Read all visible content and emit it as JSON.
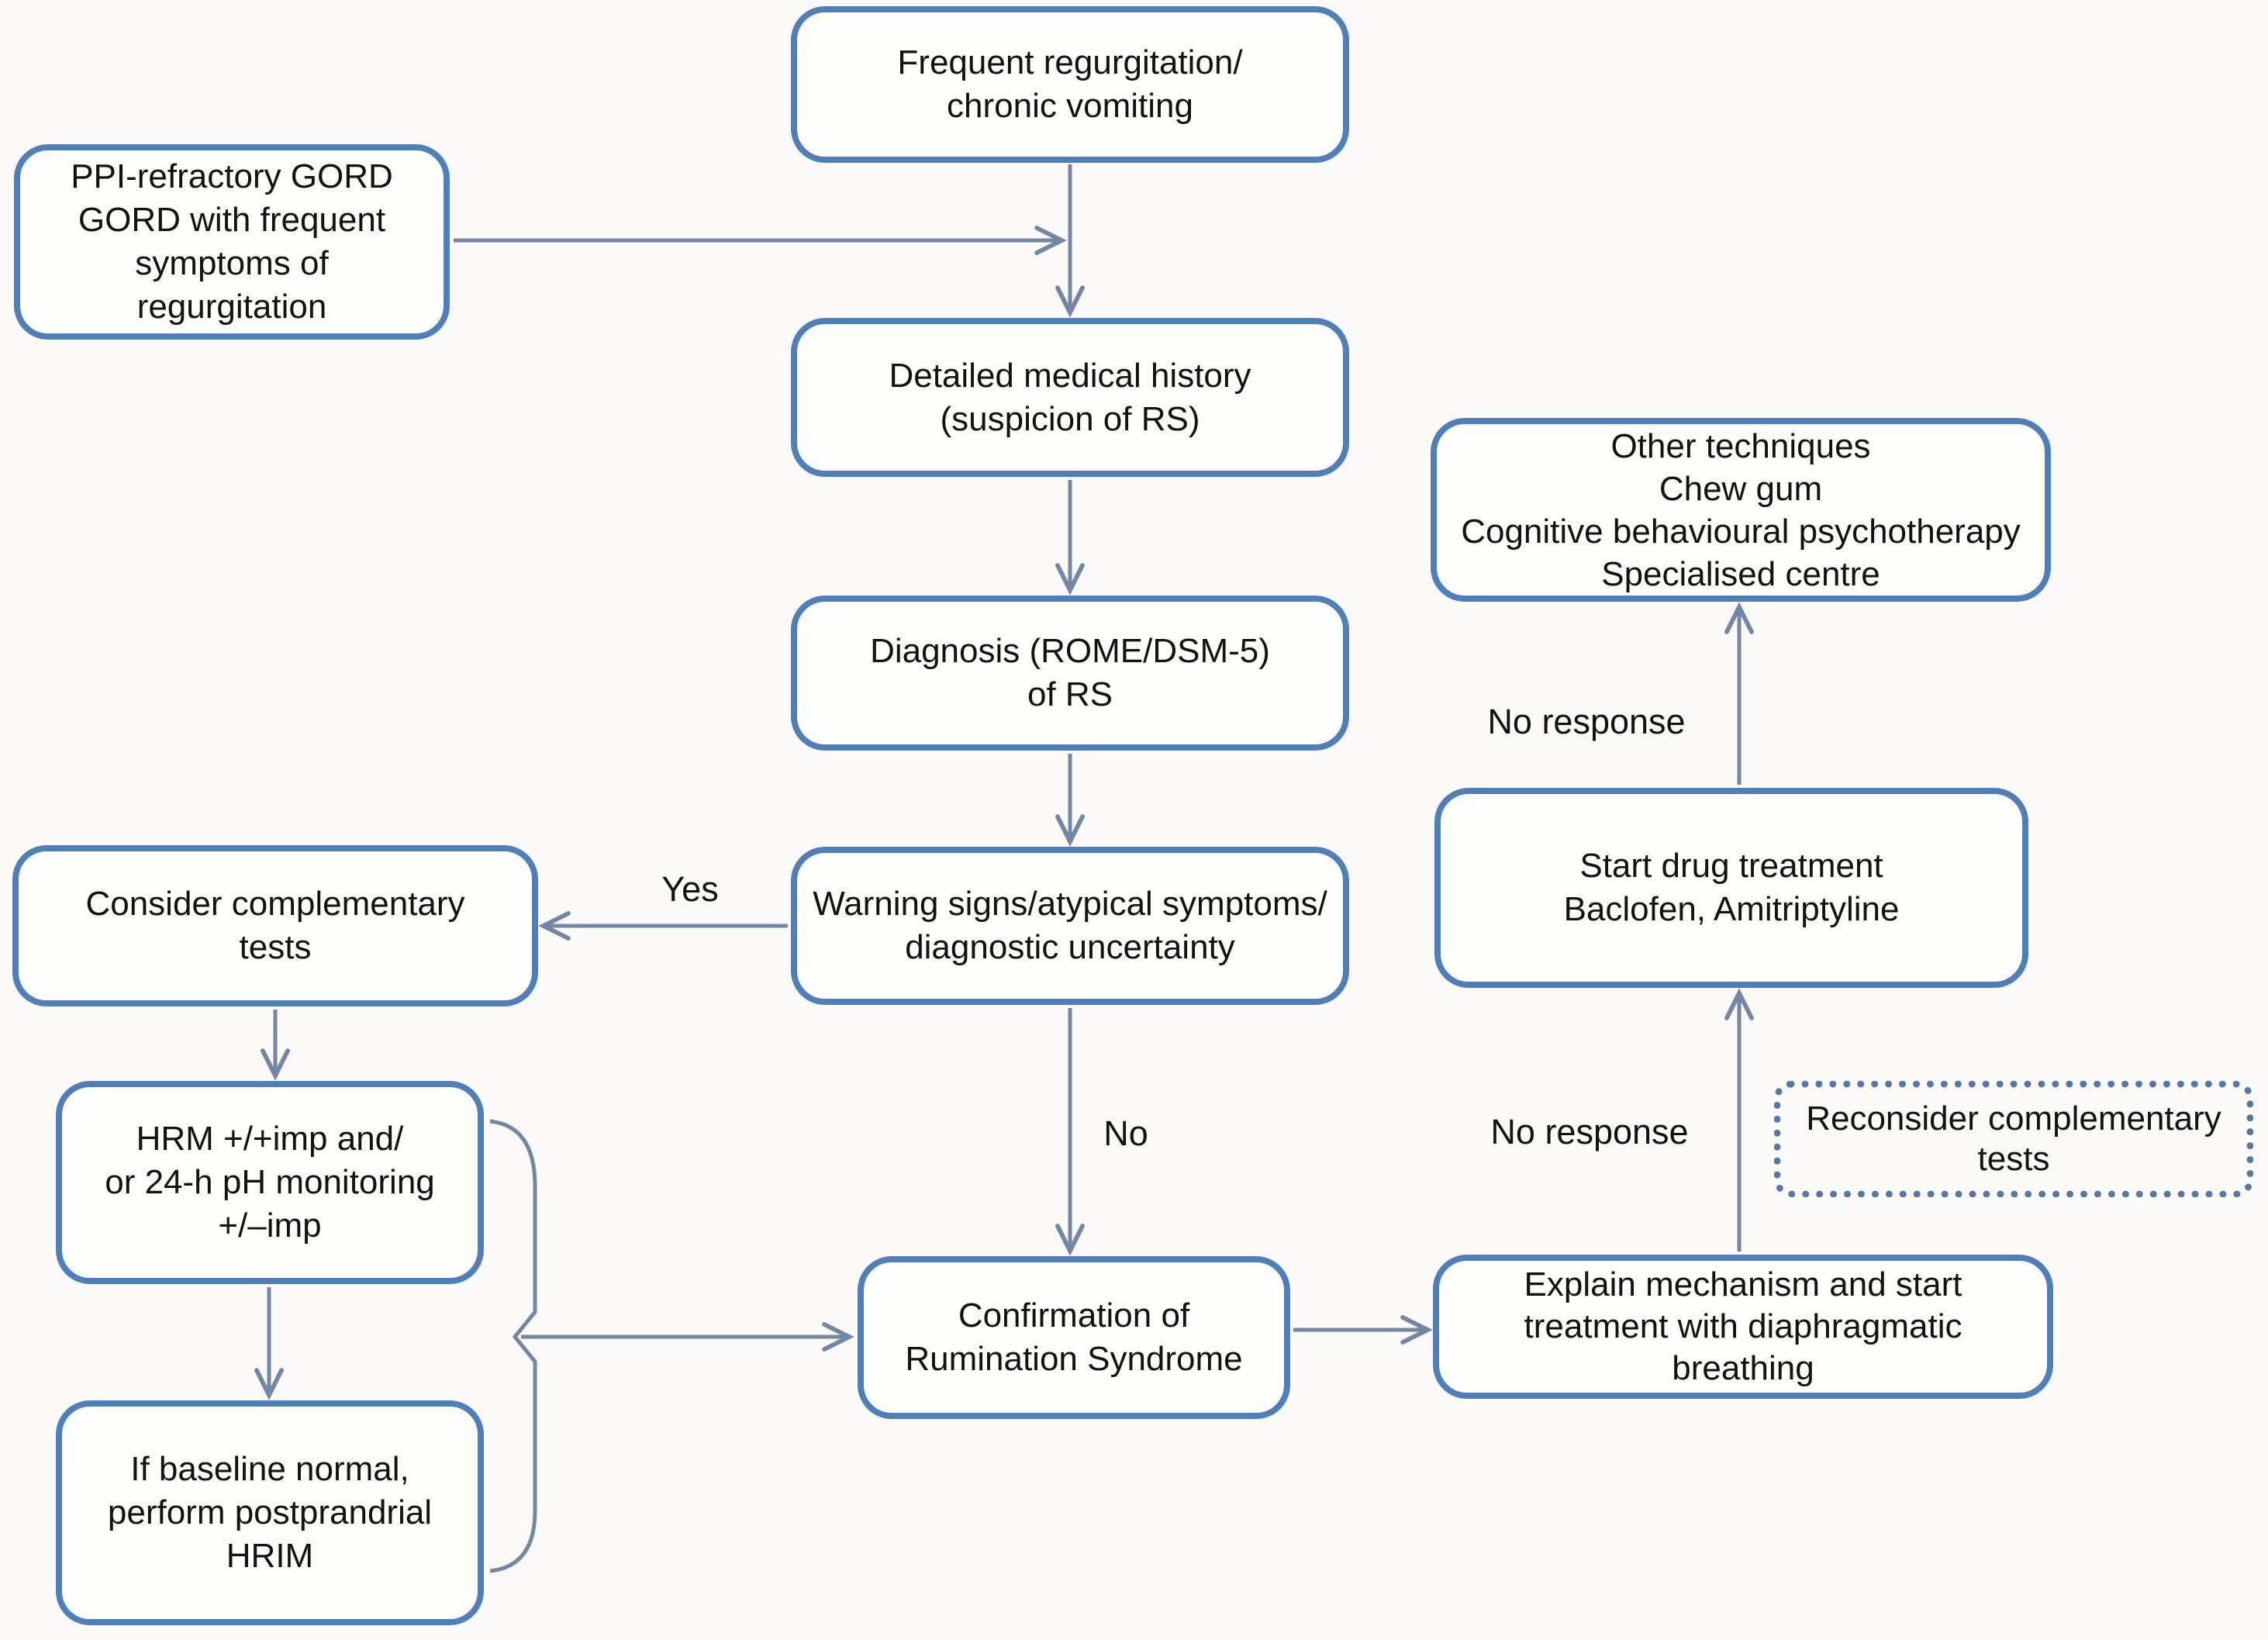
{
  "diagram": {
    "description": "Clinical algorithm flowchart for diagnosis and treatment of Rumination Syndrome (RS)",
    "nodes": {
      "frequent": {
        "label": "Frequent regurgitation/\nchronic vomiting",
        "shape": "rounded"
      },
      "ppi": {
        "label": "PPI-refractory GORD\nGORD with frequent\nsymptoms of\nregurgitation",
        "shape": "rounded"
      },
      "detailed": {
        "label": "Detailed medical history\n(suspicion of RS)",
        "shape": "rounded"
      },
      "diagnosis": {
        "label": "Diagnosis (ROME/DSM-5)\nof RS",
        "shape": "rounded"
      },
      "warning": {
        "label": "Warning signs/atypical symptoms/\ndiagnostic uncertainty",
        "shape": "rounded"
      },
      "consider": {
        "label": "Consider complementary\ntests",
        "shape": "rounded"
      },
      "hrm": {
        "label": "HRM +/+imp and/\nor 24-h pH monitoring\n+/–imp",
        "shape": "rounded"
      },
      "baseline": {
        "label": "If baseline normal,\nperform postprandrial\nHRIM",
        "shape": "rounded"
      },
      "confirmation": {
        "label": "Confirmation of\nRumination Syndrome",
        "shape": "rounded"
      },
      "explain": {
        "label": "Explain mechanism and start\ntreatment with diaphragmatic\nbreathing",
        "shape": "rounded"
      },
      "start_drug": {
        "label": "Start drug treatment\nBaclofen, Amitriptyline",
        "shape": "rounded"
      },
      "other": {
        "label": "Other techniques\nChew gum\nCognitive behavioural psychotherapy\nSpecialised centre",
        "shape": "rounded"
      },
      "reconsider": {
        "label": "Reconsider complementary\ntests",
        "shape": "dotted"
      }
    },
    "edges": [
      {
        "from": "frequent",
        "to": "detailed",
        "label": ""
      },
      {
        "from": "ppi",
        "to": "detailed",
        "label": ""
      },
      {
        "from": "detailed",
        "to": "diagnosis",
        "label": ""
      },
      {
        "from": "diagnosis",
        "to": "warning",
        "label": ""
      },
      {
        "from": "warning",
        "to": "consider",
        "label": "Yes"
      },
      {
        "from": "warning",
        "to": "confirmation",
        "label": "No"
      },
      {
        "from": "consider",
        "to": "hrm",
        "label": ""
      },
      {
        "from": "hrm",
        "to": "baseline",
        "label": ""
      },
      {
        "from": "hrm+baseline",
        "to": "confirmation",
        "label": "",
        "style": "bracket"
      },
      {
        "from": "confirmation",
        "to": "explain",
        "label": ""
      },
      {
        "from": "explain",
        "to": "start_drug",
        "label": "No response"
      },
      {
        "from": "start_drug",
        "to": "other",
        "label": "No response"
      }
    ],
    "colors": {
      "border": "#4e7fba",
      "line": "#7386a5",
      "dotted_border": "#5578ab",
      "text": "#121212",
      "box_fill": "#fdfdfc",
      "background": "#fbfaf8"
    }
  }
}
